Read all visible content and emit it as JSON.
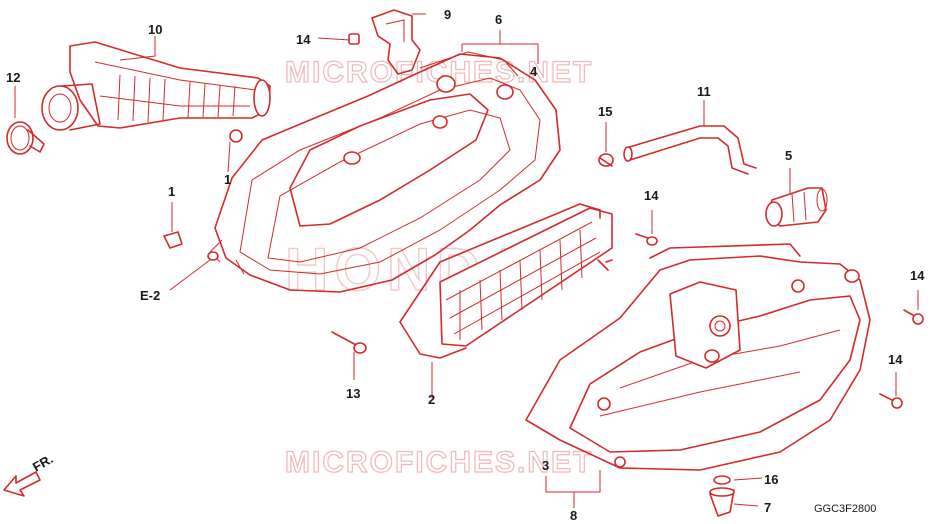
{
  "diagram": {
    "drawing_code": "GGC3F2800",
    "reference_label": "E-2",
    "direction_label": "FR.",
    "watermarks": {
      "top": "MICROFICHES.NET",
      "bottom": "MICROFICHES.NET",
      "center": "HONDA"
    },
    "colors": {
      "line": "#d42a2a",
      "watermark": "#f0b8b8",
      "text": "#1a1a1a"
    },
    "callouts": [
      {
        "id": "c1a",
        "label": "1"
      },
      {
        "id": "c1b",
        "label": "1"
      },
      {
        "id": "c2",
        "label": "2"
      },
      {
        "id": "c3",
        "label": "3"
      },
      {
        "id": "c4",
        "label": "4"
      },
      {
        "id": "c5",
        "label": "5"
      },
      {
        "id": "c6",
        "label": "6"
      },
      {
        "id": "c7",
        "label": "7"
      },
      {
        "id": "c8",
        "label": "8"
      },
      {
        "id": "c9",
        "label": "9"
      },
      {
        "id": "c10",
        "label": "10"
      },
      {
        "id": "c11",
        "label": "11"
      },
      {
        "id": "c12",
        "label": "12"
      },
      {
        "id": "c13",
        "label": "13"
      },
      {
        "id": "c14a",
        "label": "14"
      },
      {
        "id": "c14b",
        "label": "14"
      },
      {
        "id": "c14c",
        "label": "14"
      },
      {
        "id": "c14d",
        "label": "14"
      },
      {
        "id": "c15",
        "label": "15"
      },
      {
        "id": "c16",
        "label": "16"
      }
    ]
  }
}
